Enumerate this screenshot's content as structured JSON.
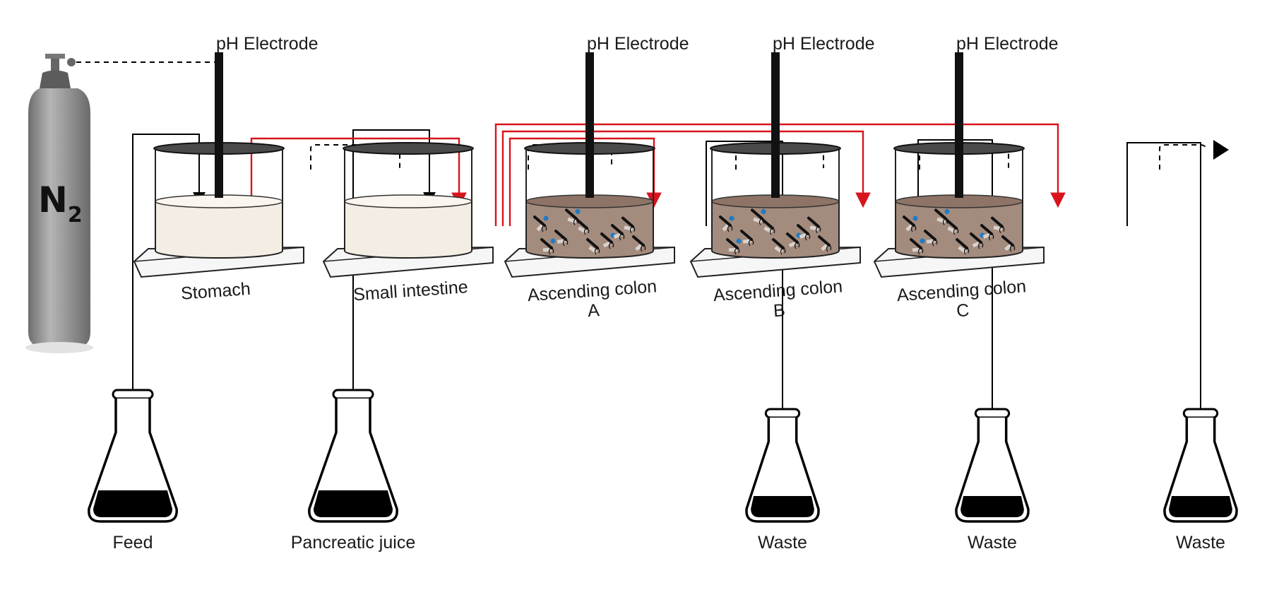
{
  "gas_cylinder": {
    "label": "N",
    "subscript": "2"
  },
  "vessels": [
    {
      "id": "stomach",
      "lines": [
        "Stomach"
      ],
      "medium": "clear",
      "electrode": "pH Electrode"
    },
    {
      "id": "small-intestine",
      "lines": [
        "Small intestine"
      ],
      "medium": "clear",
      "electrode": ""
    },
    {
      "id": "ascending-colon-a",
      "lines": [
        "Ascending colon",
        "A"
      ],
      "medium": "fecal",
      "electrode": "pH Electrode"
    },
    {
      "id": "ascending-colon-b",
      "lines": [
        "Ascending colon",
        "B"
      ],
      "medium": "fecal",
      "electrode": "pH Electrode"
    },
    {
      "id": "ascending-colon-c",
      "lines": [
        "Ascending colon",
        "C"
      ],
      "medium": "fecal",
      "electrode": "pH Electrode"
    }
  ],
  "flasks": [
    {
      "id": "feed",
      "label": "Feed"
    },
    {
      "id": "pancreatic-juice",
      "label": "Pancreatic juice"
    },
    {
      "id": "waste-a",
      "label": "Waste"
    },
    {
      "id": "waste-b",
      "label": "Waste"
    },
    {
      "id": "waste-c",
      "label": "Waste"
    }
  ],
  "colors": {
    "acid_line": "#d8141d",
    "clear_medium": "#f3ede4",
    "fecal_medium": "#a38b7d",
    "microbe_blue": "#1f7ac2",
    "cylinder_gray": "#8c8c8c"
  }
}
